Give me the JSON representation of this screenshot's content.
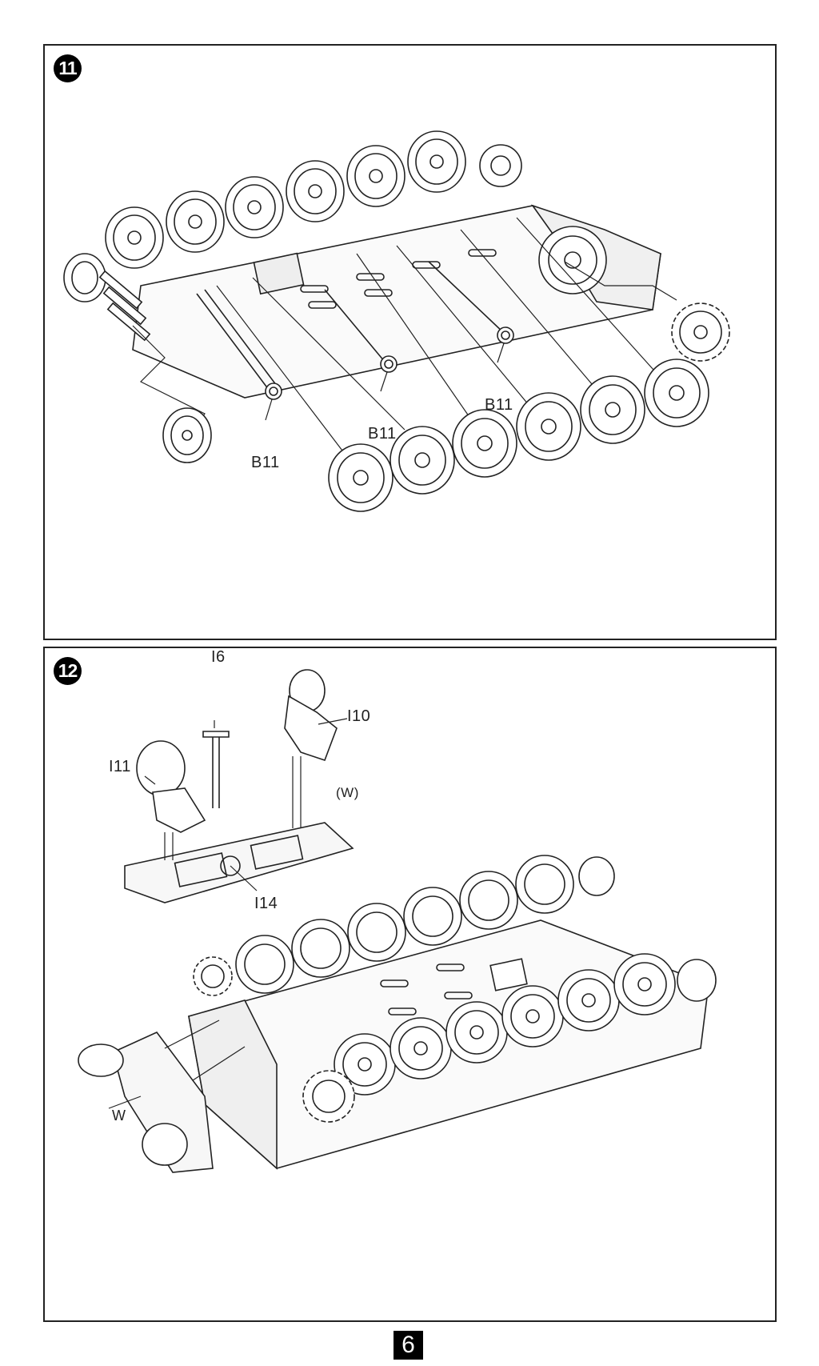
{
  "document": {
    "type": "assembly-instructions",
    "page_number": "6"
  },
  "steps": [
    {
      "number": "11",
      "callouts": [
        "B11",
        "B11",
        "B11"
      ],
      "illustration": "lower hull with road wheels, suspension arms, sprocket and idler wheels"
    },
    {
      "number": "12",
      "callouts": {
        "i6": "I6",
        "i10": "I10",
        "i11": "I11",
        "i14": "I14",
        "w_paren": "(W)",
        "w": "W"
      },
      "illustration": "rear hull plate sub-assembly attached to lower hull with tracks wheels"
    }
  ]
}
